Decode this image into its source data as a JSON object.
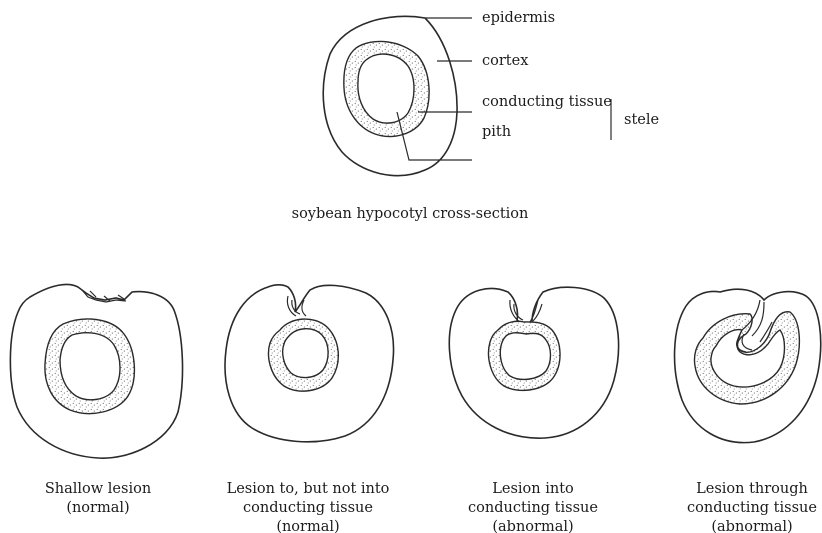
{
  "labels": {
    "epidermis": "epidermis",
    "cortex": "cortex",
    "conducting_tissue": "conducting tissue",
    "pith": "pith",
    "stele": "stele"
  },
  "main_caption": "soybean hypocotyl cross-section",
  "panels": [
    {
      "line1": "Shallow lesion",
      "line2": "(normal)",
      "line3": ""
    },
    {
      "line1": "Lesion to, but not into",
      "line2": "conducting tissue",
      "line3": "(normal)"
    },
    {
      "line1": "Lesion into",
      "line2": "conducting tissue",
      "line3": "(abnormal)"
    },
    {
      "line1": "Lesion through",
      "line2": "conducting tissue",
      "line3": "(abnormal)"
    }
  ]
}
